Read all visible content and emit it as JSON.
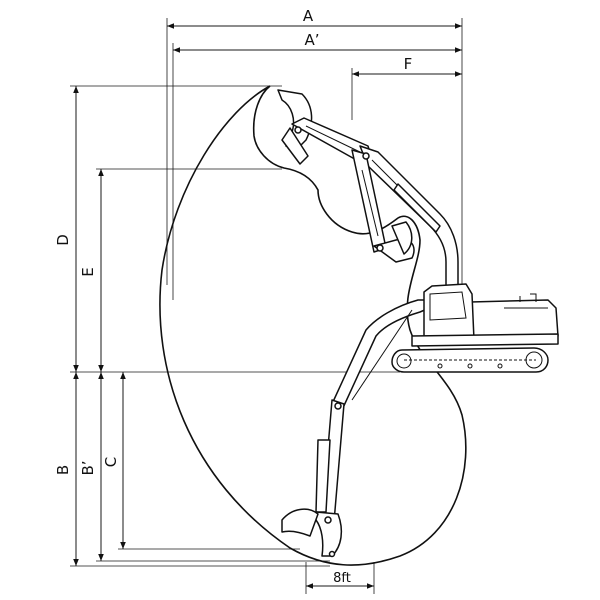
{
  "labels": {
    "A": "A",
    "A_prime": "A’",
    "F": "F",
    "D": "D",
    "E": "E",
    "B": "B",
    "B_prime": "B’",
    "C": "C",
    "scale": "8ft"
  },
  "colors": {
    "line": "#111111",
    "background": "#ffffff"
  }
}
